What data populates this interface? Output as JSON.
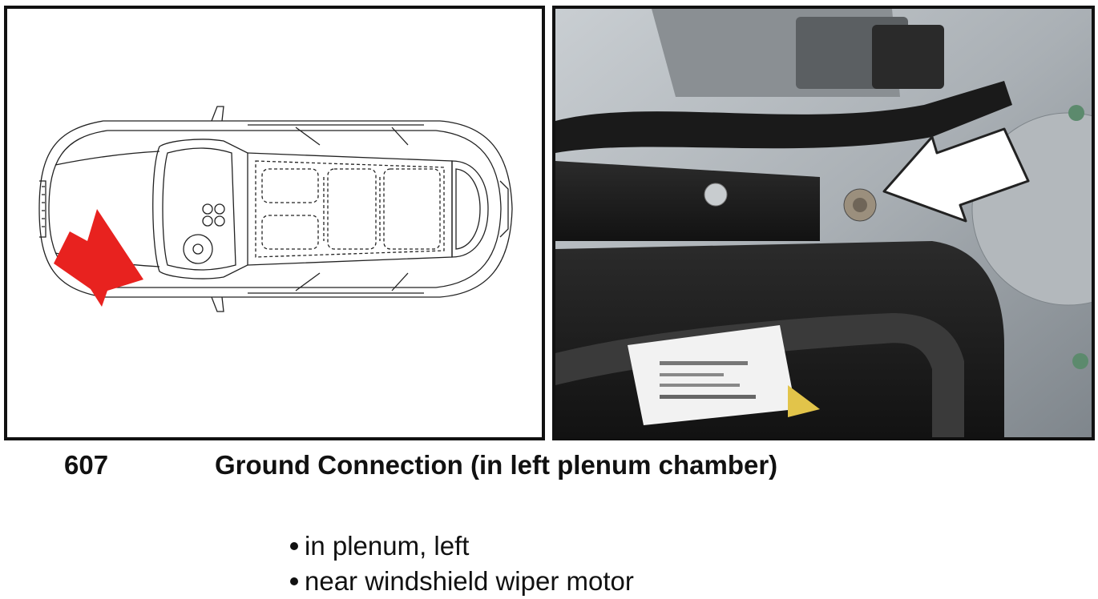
{
  "figure": {
    "diagram_icon": "car-top-view-diagram",
    "diagram_arrow_icon": "red-arrow-icon",
    "diagram_arrow_color": "#e8221f",
    "photo_icon": "engine-bay-photo",
    "photo_arrow_icon": "white-arrow-icon",
    "photo_label_icon": "battery-label"
  },
  "caption": {
    "code": "607",
    "title": "Ground Connection (in left plenum chamber)"
  },
  "bullets": [
    "in plenum, left",
    "near windshield wiper motor"
  ]
}
